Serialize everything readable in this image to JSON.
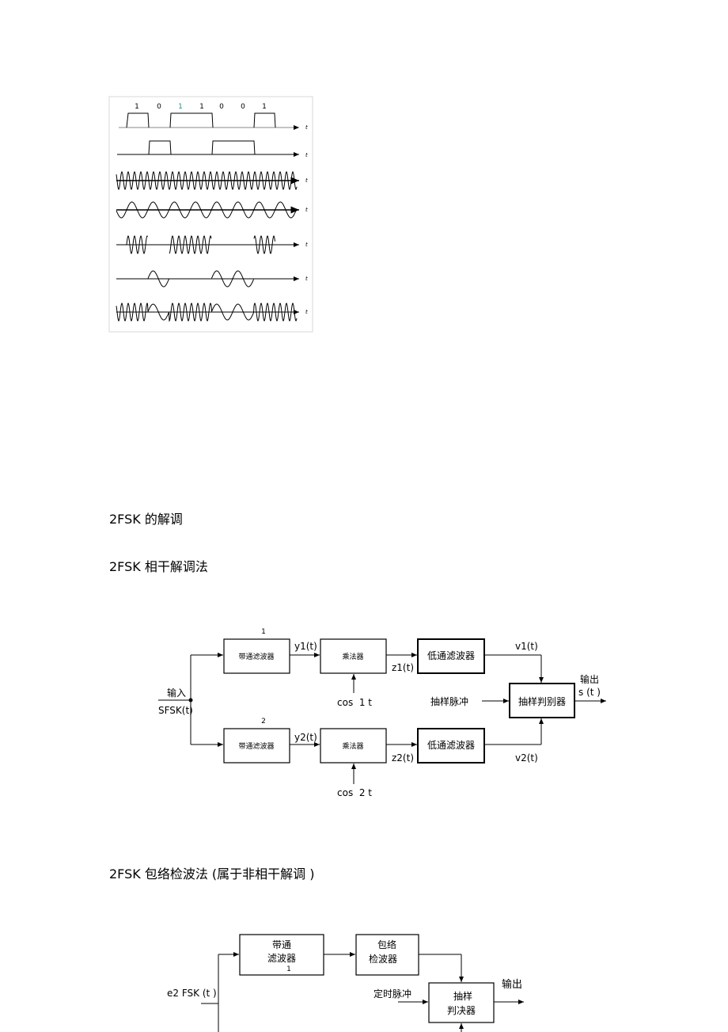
{
  "waveform": {
    "bits": [
      "1",
      "0",
      "1",
      "1",
      "0",
      "0",
      "1"
    ],
    "axis_label": "t"
  },
  "headings": {
    "demod": "2FSK 的解调",
    "coherent": "2FSK 相干解调法",
    "envelope": "2FSK 包络检波法 (属于非相干解调 )"
  },
  "coherent_diagram": {
    "input": "输入",
    "input_signal": "SFSK(t)",
    "branch1_num": "1",
    "branch2_num": "2",
    "bpf": "带通滤波器",
    "multiplier": "乘法器",
    "lpf": "低通滤波器",
    "y1": "y1(t)",
    "y2": "y2(t)",
    "z1": "z1(t)",
    "z2": "z2(t)",
    "v1": "v1(t)",
    "v2": "v2(t)",
    "cos1": "cos  1 t",
    "cos2": "cos  2 t",
    "sampling_pulse": "抽样脉冲",
    "decider": "抽样判别器",
    "output": "输出",
    "output_signal": "s (t )"
  },
  "envelope_diagram": {
    "input_signal": "e2 FSK (t )",
    "bpf_line1": "带通",
    "bpf_line2": "滤波器",
    "bpf_num": "1",
    "env_line1": "包络",
    "env_line2": "检波器",
    "timing_pulse": "定时脉冲",
    "decider_line1": "抽样",
    "decider_line2": "判决器",
    "output": "输出"
  }
}
